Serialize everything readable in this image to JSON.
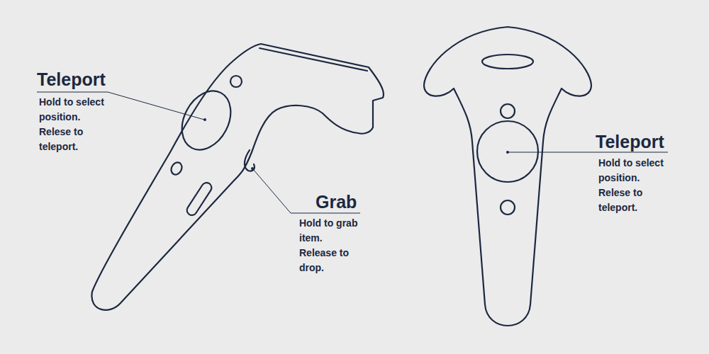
{
  "diagram": {
    "labels": [
      "Teleport",
      "Hold to select position. Relese to teleport.",
      "Grab",
      "Hold to grab item. Release to drop.",
      "Teleport",
      "Hold to select position. Relese to teleport."
    ]
  }
}
